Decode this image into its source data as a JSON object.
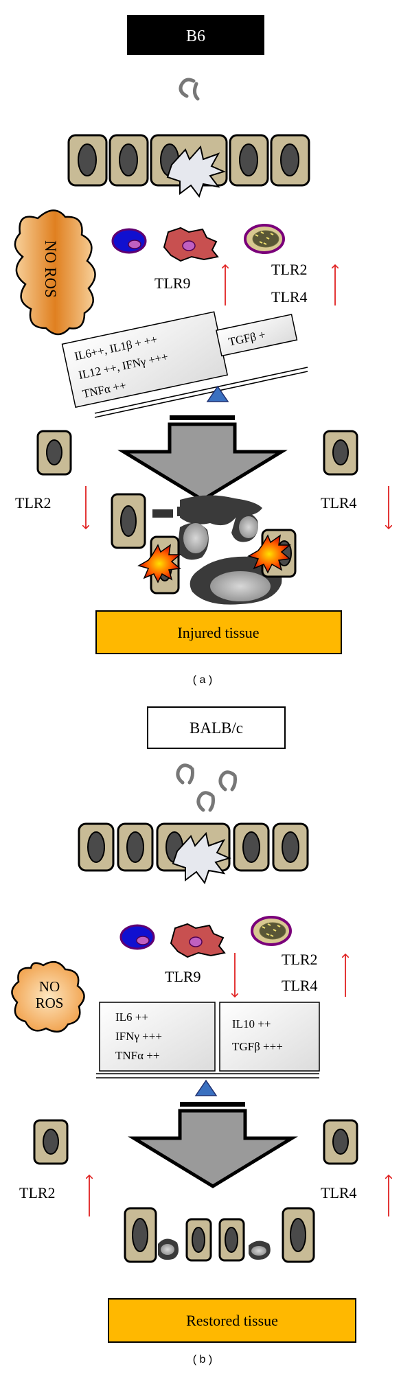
{
  "panel_a": {
    "strain": "B6",
    "ros": "NO ROS",
    "tlr_middle": "TLR9",
    "tlr_right_1": "TLR2",
    "tlr_right_2": "TLR4",
    "cytokines_left": [
      "IL6++, IL1β + ++",
      "IL12 ++, IFNγ +++",
      "TNFα ++"
    ],
    "cytokines_right": [
      "TGFβ +"
    ],
    "tlr_side_left": "TLR2",
    "tlr_side_right": "TLR4",
    "outcome": "Injured tissue",
    "caption": "( a )"
  },
  "panel_b": {
    "strain": "BALB/c",
    "ros_1": "NO",
    "ros_2": "ROS",
    "tlr_middle": "TLR9",
    "tlr_right_1": "TLR2",
    "tlr_right_2": "TLR4",
    "cytokines_left": [
      "IL6 ++",
      "IFNγ +++",
      "TNFα ++"
    ],
    "cytokines_right": [
      "IL10 ++",
      "TGFβ +++"
    ],
    "tlr_side_left": "TLR2",
    "tlr_side_right": "TLR4",
    "outcome": "Restored tissue",
    "caption": "( b )"
  },
  "colors": {
    "cell_fill": "#c8bb96",
    "nucleus": "#4a4a4a",
    "arrow_red": "#e02020",
    "outcome_fill": "#ffb800",
    "ros_orange": "#f0a040",
    "neutrophil_blue": "#1010d0",
    "macrophage_red": "#c85050"
  }
}
